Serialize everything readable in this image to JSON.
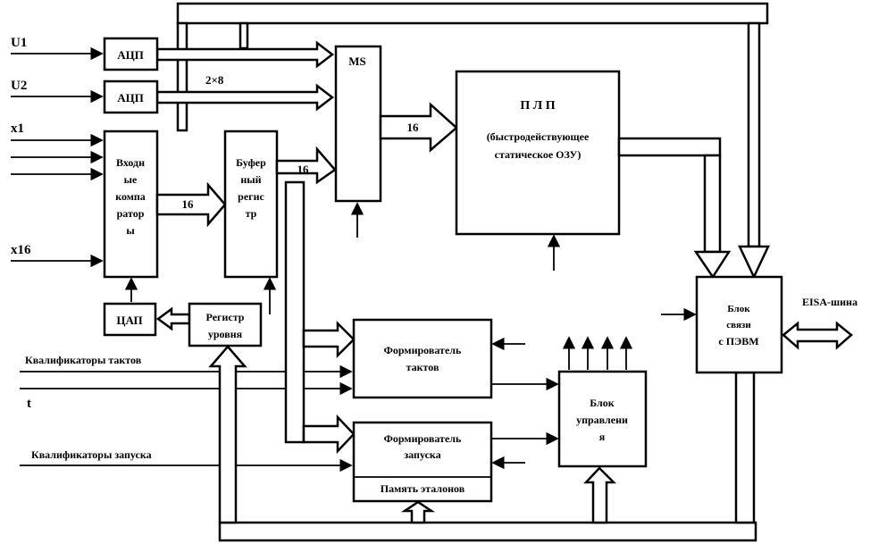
{
  "inputs": {
    "u1": "U1",
    "u2": "U2",
    "x1": "x1",
    "x16": "x16",
    "clock_qualifiers": "Квалификаторы тактов",
    "t": "t",
    "start_qualifiers": "Квалификаторы запуска"
  },
  "blocks": {
    "adc1": "АЦП",
    "adc2": "АЦП",
    "comparators": [
      "Входн",
      "ые",
      "компа",
      "ратор",
      "ы"
    ],
    "buffer_register": [
      "Буфер",
      "ный",
      "регис",
      "тр"
    ],
    "mux": "MS",
    "ram_title": "П Л П",
    "ram_desc": [
      "(быстродействующее",
      "статическое ОЗУ)"
    ],
    "pc_interface": [
      "Блок",
      "связи",
      "с ПЭВМ"
    ],
    "dac": "ЦАП",
    "level_register": [
      "Регистр",
      "уровня"
    ],
    "clock_former": [
      "Формирователь",
      "тактов"
    ],
    "start_former": [
      "Формирователь",
      "запуска"
    ],
    "reference_memory": "Память эталонов",
    "control_unit": [
      "Блок",
      "управлени",
      "я"
    ]
  },
  "bus_labels": {
    "adc_width": "2×8",
    "mux_out": "16",
    "buffer_out": "16",
    "comparator_out": "16",
    "eisa": "EISA-шина"
  }
}
